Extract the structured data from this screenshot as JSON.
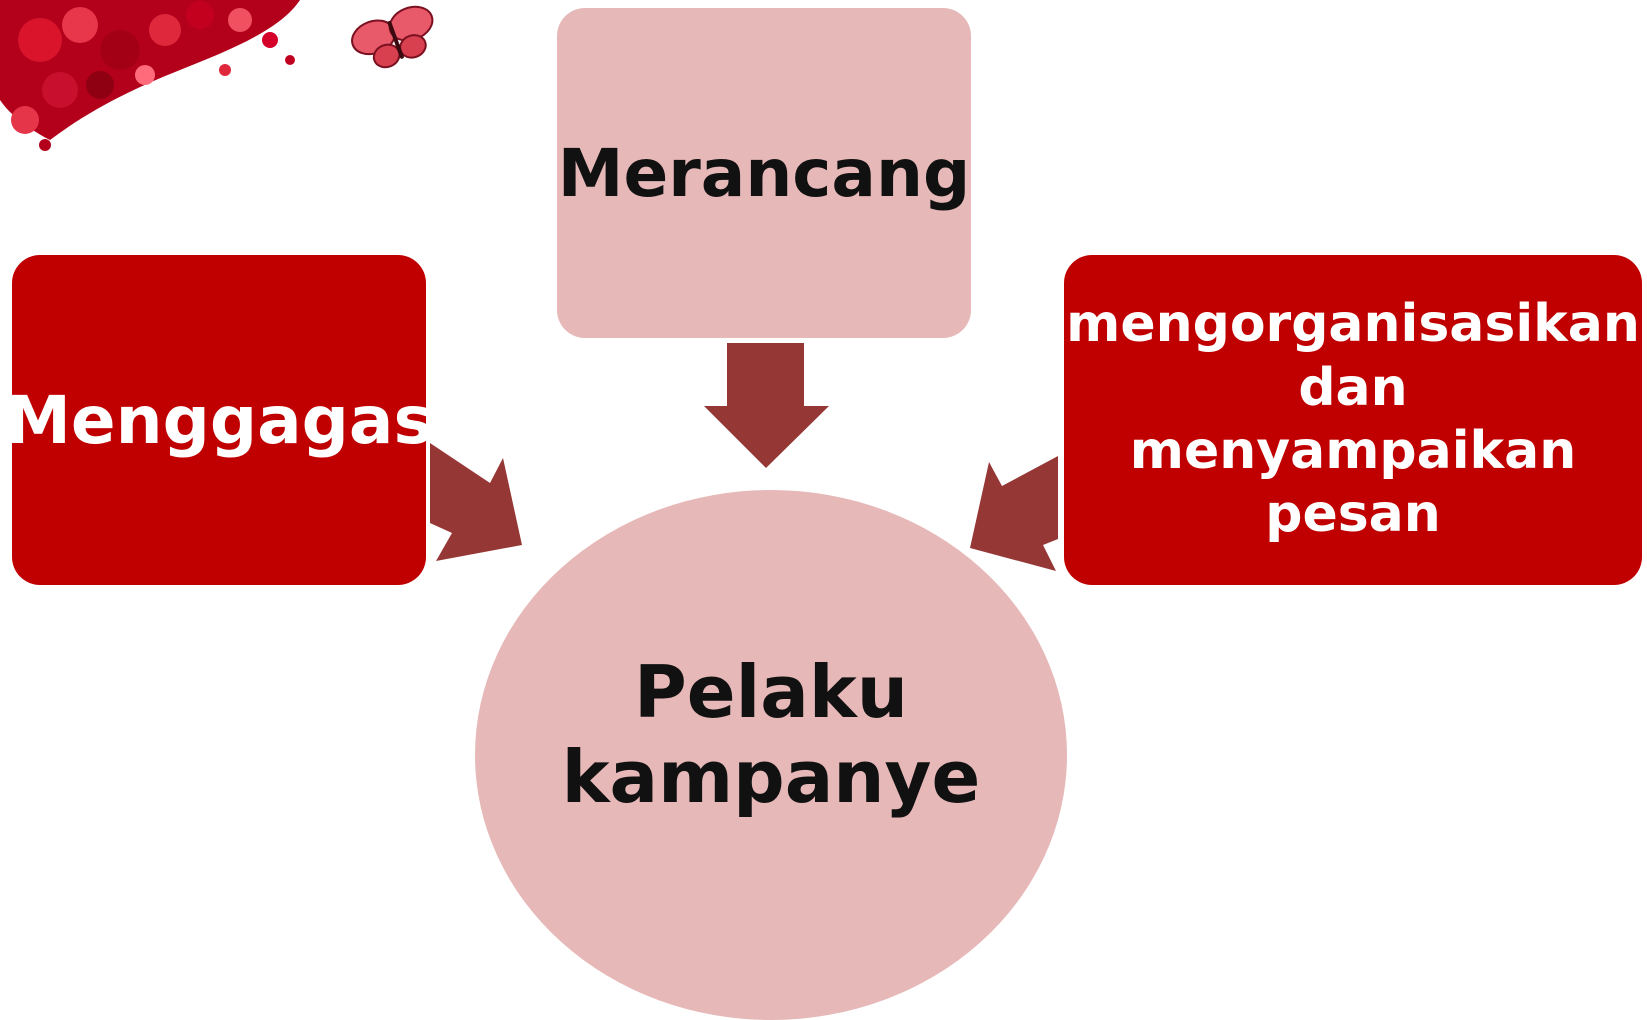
{
  "diagram": {
    "center": {
      "lines": [
        "Pelaku",
        "kampanye"
      ]
    },
    "nodes": {
      "top": {
        "label": "Merancang"
      },
      "left": {
        "label": "Menggagas"
      },
      "right": {
        "lines": [
          "mengorganisasikan",
          "dan",
          "menyampaikan",
          "pesan"
        ]
      }
    }
  },
  "colors": {
    "dark_red": "#c00000",
    "light_pink": "#e6b8b7",
    "arrow": "#953735"
  },
  "decoration": {
    "icons": [
      "red-butterfly-cluster-icon",
      "butterfly-icon"
    ]
  }
}
